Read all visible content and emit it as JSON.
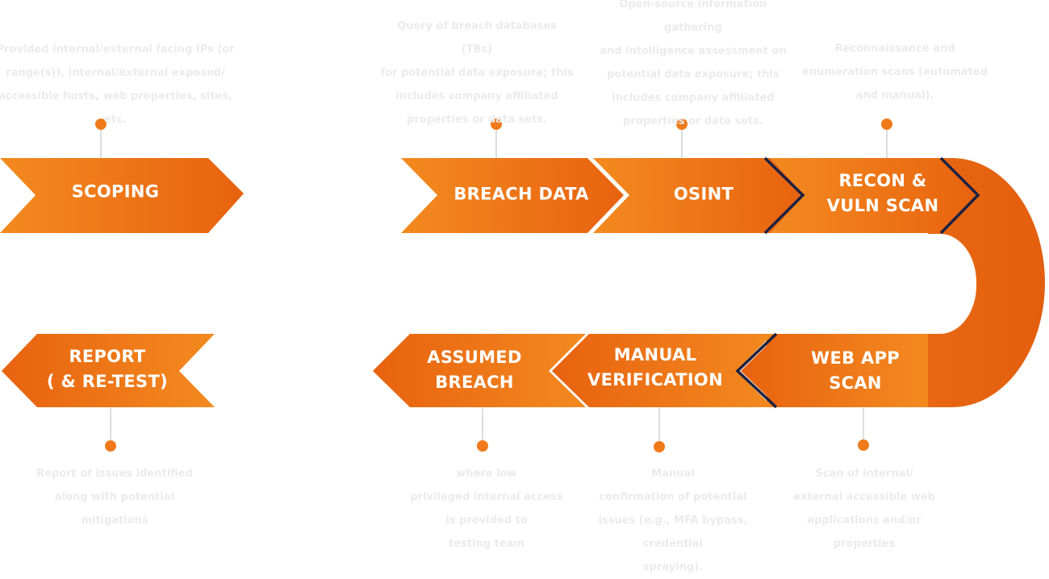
{
  "colors": {
    "arrow_light": "#f38a1f",
    "arrow_dark": "#e8620f",
    "divider": "#1c2140",
    "dot": "#f07a1a",
    "connector": "#dddddd",
    "desc_text": "#ebebeb"
  },
  "steps": {
    "scoping": {
      "title": "SCOPING",
      "desc": "Provided internal/external facing IPs (or\nrange(s)), internal/external exposed/\naccessible hosts, web properties, sites, etc."
    },
    "breach_data": {
      "title": "BREACH DATA",
      "desc": "Query of breach databases (TBs)\nfor potential data exposure; this\nincludes company affiliated\nproperties or data sets."
    },
    "osint": {
      "title": "OSINT",
      "desc": "Open-source information gathering\nand intelligence assessment on\npotential data exposure; this\nincludes company affiliated\nproperties or data sets."
    },
    "recon": {
      "title": "RECON &\nVULN SCAN",
      "desc": "Reconnaissance and\nenumeration scans (automated\nand manual)."
    },
    "web_app": {
      "title": "WEB APP\nSCAN",
      "desc": "Scan of internal/\nexternal accessible web\napplications and/or\nproperties"
    },
    "manual": {
      "title": "MANUAL\nVERIFICATION",
      "desc": "Manual\nconfirmation of potential\nissues (e.g., MFA bypass,\ncredential\nspraying)."
    },
    "assumed": {
      "title": "ASSUMED\nBREACH",
      "desc": "where low\nprivileged internal access\nis provided to\ntesting team"
    },
    "report": {
      "title": "REPORT\n( & RE-TEST)",
      "desc": "Report of issues identified\nalong with potential\nmitigations"
    }
  }
}
